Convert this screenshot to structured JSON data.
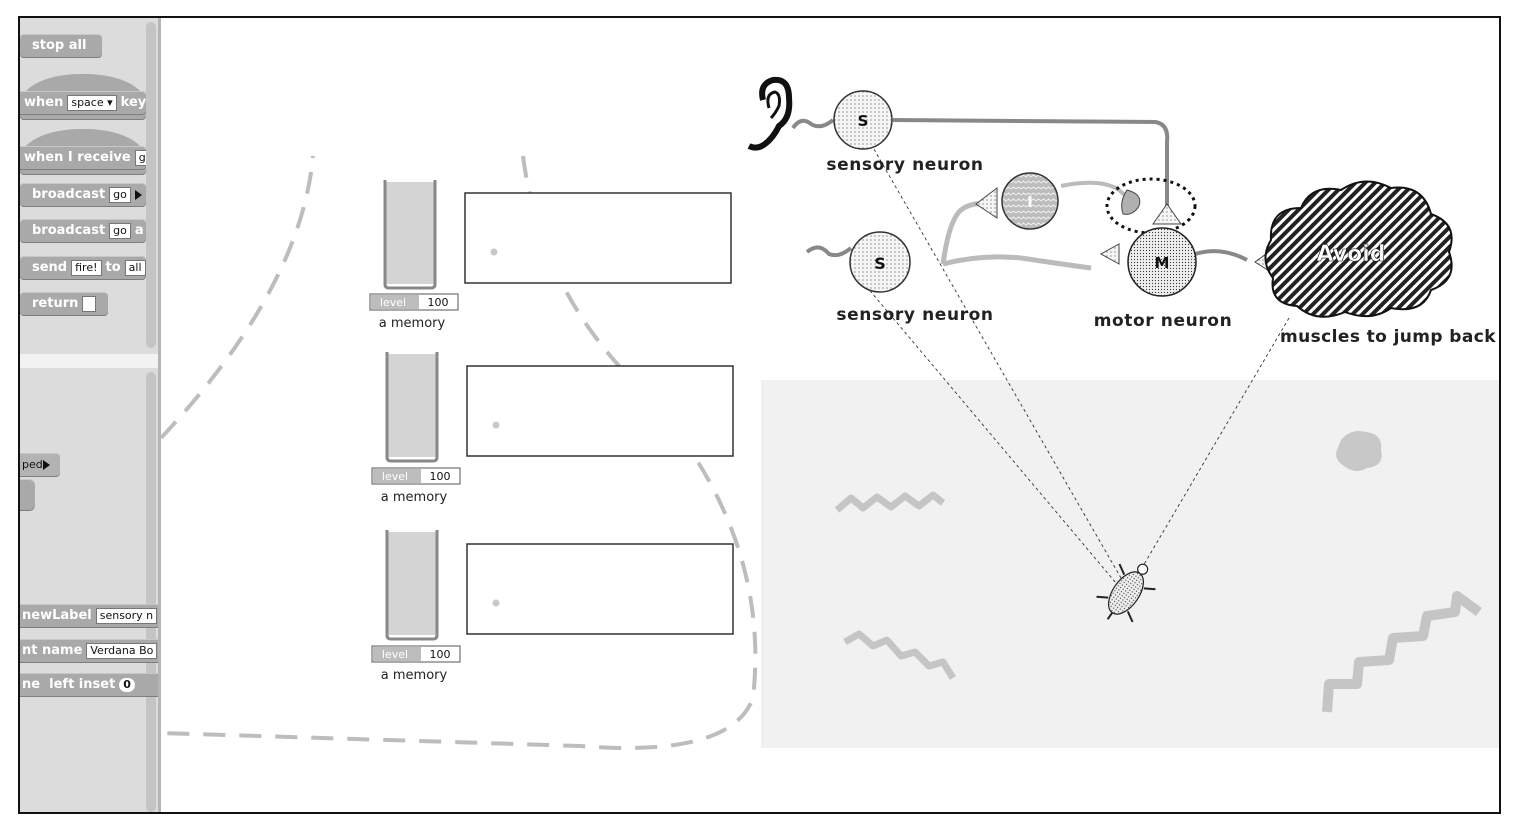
{
  "palette": {
    "blocks": {
      "stop_all": "stop all",
      "when_key_prefix": "when",
      "when_key_value": "space",
      "when_key_suffix": "key",
      "when_receive_prefix": "when I receive",
      "when_receive_value": "g",
      "broadcast1_prefix": "broadcast",
      "broadcast1_value": "go",
      "broadcast2_prefix": "broadcast",
      "broadcast2_value": "go",
      "broadcast2_suffix": "a",
      "send_prefix": "send",
      "send_value": "fire!",
      "send_mid": "to",
      "send_target": "all",
      "return_label": "return",
      "ped_label": "ped",
      "newlabel_prefix": "newLabel",
      "newlabel_value": "sensory n",
      "fontname_prefix": "nt name",
      "fontname_value": "Verdana Bo",
      "inset_prefix": "ne",
      "inset_label": "left inset",
      "inset_value": "0"
    }
  },
  "memories": [
    {
      "label": "a memory",
      "level_label": "level",
      "level_value": "100",
      "fill": 0.75
    },
    {
      "label": "a memory",
      "level_label": "level",
      "level_value": "100",
      "fill": 0.75
    },
    {
      "label": "a memory",
      "level_label": "level",
      "level_value": "100",
      "fill": 0.75
    }
  ],
  "diagram": {
    "sensory_top_letter": "S",
    "sensory_top_label": "sensory neuron",
    "sensory_bottom_letter": "S",
    "sensory_bottom_label": "sensory neuron",
    "inter_letter": "I",
    "motor_letter": "M",
    "motor_label": "motor neuron",
    "muscle_label": "Avoid",
    "muscle_caption": "muscles to jump back"
  },
  "colors": {
    "block_gray": "#a9a9a9",
    "palette_bg": "#dcdcdc",
    "arena_bg": "#f1f1f1",
    "axon_gray": "#888888"
  }
}
